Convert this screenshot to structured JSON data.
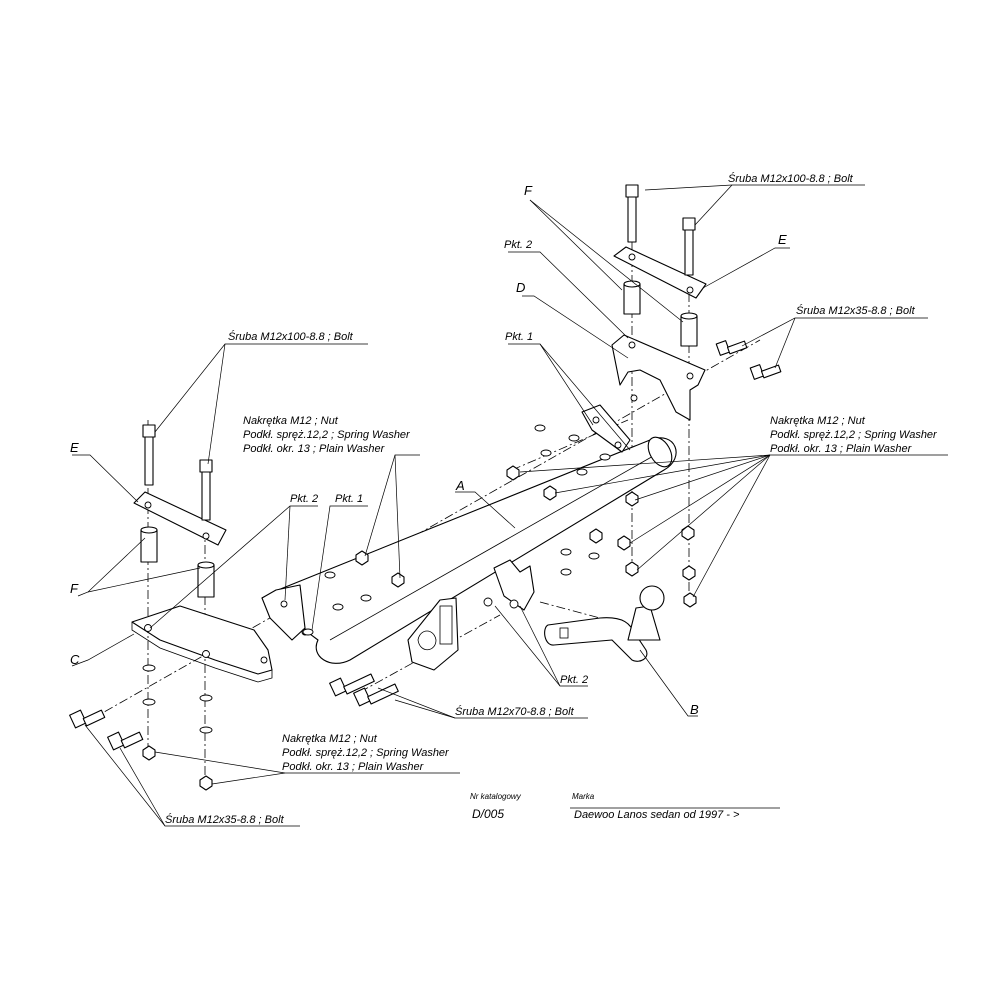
{
  "labels": {
    "bolt_m12x100": "Śruba M12x100-8.8 ;  Bolt",
    "bolt_m12x35": "Śruba M12x35-8.8 ;  Bolt",
    "bolt_m12x70": "Śruba M12x70-8.8 ;  Bolt",
    "nut": "Nakrętka  M12 ; Nut",
    "spring_washer": "Podkł. spręż.12,2 ; Spring Washer",
    "plain_washer": "Podkł. okr. 13 ; Plain Washer",
    "pkt1": "Pkt. 1",
    "pkt2": "Pkt. 2"
  },
  "letters": {
    "A": "A",
    "B": "B",
    "C": "C",
    "D": "D",
    "E": "E",
    "F": "F"
  },
  "footer": {
    "catalog_caption": "Nr katalogowy",
    "catalog_number": "D/005",
    "brand_caption": "Marka",
    "vehicle": "Daewoo Lanos sedan     od 1997 - >"
  }
}
